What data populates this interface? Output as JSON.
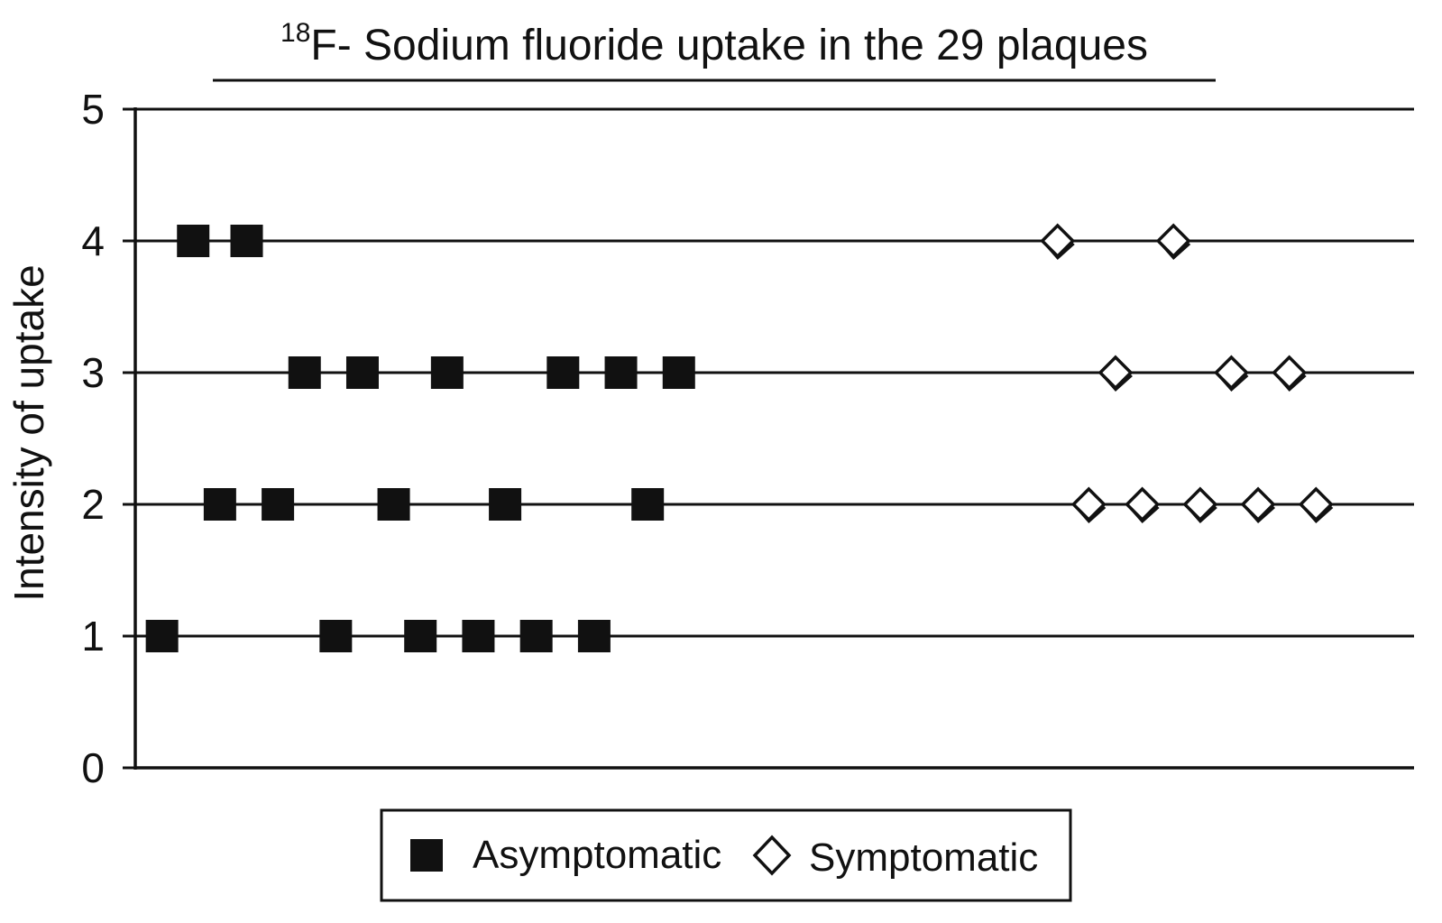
{
  "chart_data": {
    "type": "scatter",
    "title": {
      "superscript": "18",
      "text": "F- Sodium fluoride uptake in the 29 plaques"
    },
    "xlabel": "",
    "ylabel": "Intensity of uptake",
    "ylim": [
      0,
      5
    ],
    "yticks": [
      "0",
      "1",
      "2",
      "3",
      "4",
      "5"
    ],
    "xlim": [
      0,
      28.7
    ],
    "horizontal_gridlines": [
      1,
      2,
      3,
      4,
      5
    ],
    "legend_position": "bottom-center",
    "series": [
      {
        "name": "Asymptomatic",
        "marker": "filled-square",
        "color": "#111111",
        "points": [
          {
            "x": 0.6,
            "y": 1
          },
          {
            "x": 4.5,
            "y": 1
          },
          {
            "x": 6.4,
            "y": 1
          },
          {
            "x": 7.7,
            "y": 1
          },
          {
            "x": 9.0,
            "y": 1
          },
          {
            "x": 10.3,
            "y": 1
          },
          {
            "x": 1.9,
            "y": 2
          },
          {
            "x": 3.2,
            "y": 2
          },
          {
            "x": 5.8,
            "y": 2
          },
          {
            "x": 8.3,
            "y": 2
          },
          {
            "x": 11.5,
            "y": 2
          },
          {
            "x": 3.8,
            "y": 3
          },
          {
            "x": 5.1,
            "y": 3
          },
          {
            "x": 7.0,
            "y": 3
          },
          {
            "x": 9.6,
            "y": 3
          },
          {
            "x": 10.9,
            "y": 3
          },
          {
            "x": 12.2,
            "y": 3
          },
          {
            "x": 1.3,
            "y": 4
          },
          {
            "x": 2.5,
            "y": 4
          }
        ]
      },
      {
        "name": "Symptomatic",
        "marker": "open-diamond",
        "color": "#111111",
        "points": [
          {
            "x": 21.4,
            "y": 2
          },
          {
            "x": 22.6,
            "y": 2
          },
          {
            "x": 23.9,
            "y": 2
          },
          {
            "x": 25.2,
            "y": 2
          },
          {
            "x": 26.5,
            "y": 2
          },
          {
            "x": 22.0,
            "y": 3
          },
          {
            "x": 24.6,
            "y": 3
          },
          {
            "x": 25.9,
            "y": 3
          },
          {
            "x": 20.7,
            "y": 4
          },
          {
            "x": 23.3,
            "y": 4
          }
        ]
      }
    ]
  }
}
